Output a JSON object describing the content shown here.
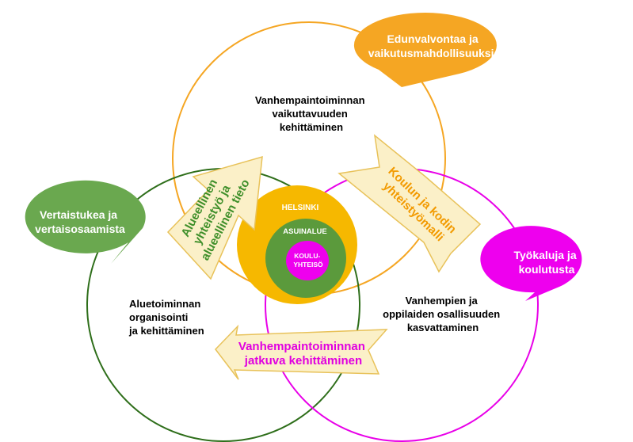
{
  "diagram": {
    "circle_labels": {
      "top": [
        "Vanhempaintoiminnan",
        "vaikuttavuuden",
        "kehittäminen"
      ],
      "left": [
        "Aluetoiminnan",
        "organisointi",
        "ja kehittäminen"
      ],
      "right": [
        "Vanhempien ja",
        "oppilaiden osallisuuden",
        "kasvattaminen"
      ]
    },
    "center": {
      "outer": "HELSINKI",
      "middle": "ASUINALUE",
      "inner": [
        "KOULU-",
        "YHTEISÖ"
      ]
    },
    "bubbles": {
      "top_right": [
        "Edunvalvontaa ja",
        "vaikutusmahdollisuuksia"
      ],
      "left": [
        "Vertaistukea ja",
        "vertaisosaamista"
      ],
      "right": [
        "Työkaluja ja",
        "koulutusta"
      ]
    },
    "arrows": {
      "left": [
        "Alueellinen",
        "yhteistyö ja",
        "alueellinen tieto"
      ],
      "right": [
        "Koulun ja kodin",
        "yhteistyömalli"
      ],
      "bottom": [
        "Vanhempaintoiminnan",
        "jatkuva kehittäminen"
      ]
    },
    "colors": {
      "orange": "#f5a623",
      "green_circle": "#2e6e1a",
      "magenta": "#e800e8",
      "green_bubble": "#6aa84f",
      "gold": "#f6b800",
      "arrow_fill": "#fbf0c8",
      "arrow_stroke": "#e8c25a",
      "arrow_text_left": "#3f8f2a",
      "arrow_text_right": "#f29a00",
      "arrow_text_bottom": "#e000e0"
    }
  }
}
